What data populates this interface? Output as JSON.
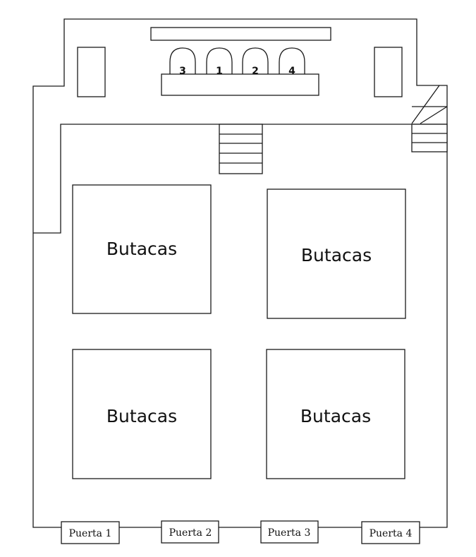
{
  "stage": {
    "seat_numbers": [
      "3",
      "1",
      "2",
      "4"
    ]
  },
  "seating": {
    "block_labels": [
      "Butacas",
      "Butacas",
      "Butacas",
      "Butacas"
    ]
  },
  "doors": {
    "labels": [
      "Puerta 1",
      "Puerta 2",
      "Puerta 3",
      "Puerta 4"
    ]
  },
  "colors": {
    "line": "#1a1a1a",
    "background": "#ffffff"
  }
}
